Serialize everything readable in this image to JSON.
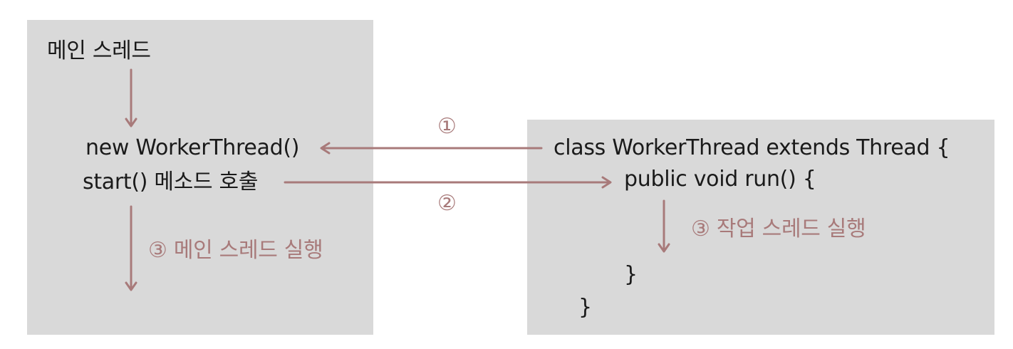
{
  "main_thread": {
    "title": "메인 스레드",
    "line_new": "new WorkerThread()",
    "line_start": "start() 메소드 호출",
    "run_label": "③ 메인 스레드 실행"
  },
  "worker_thread": {
    "class_decl": "class WorkerThread extends Thread {",
    "run_decl": "public void run() {",
    "run_label": "③ 작업 스레드 실행",
    "close_run": "}",
    "close_class": "}"
  },
  "arrows": {
    "step1_label": "①",
    "step2_label": "②"
  },
  "colors": {
    "panel": "#d9d9d9",
    "arrow": "#a87a7a",
    "text": "#1a1a1a"
  }
}
